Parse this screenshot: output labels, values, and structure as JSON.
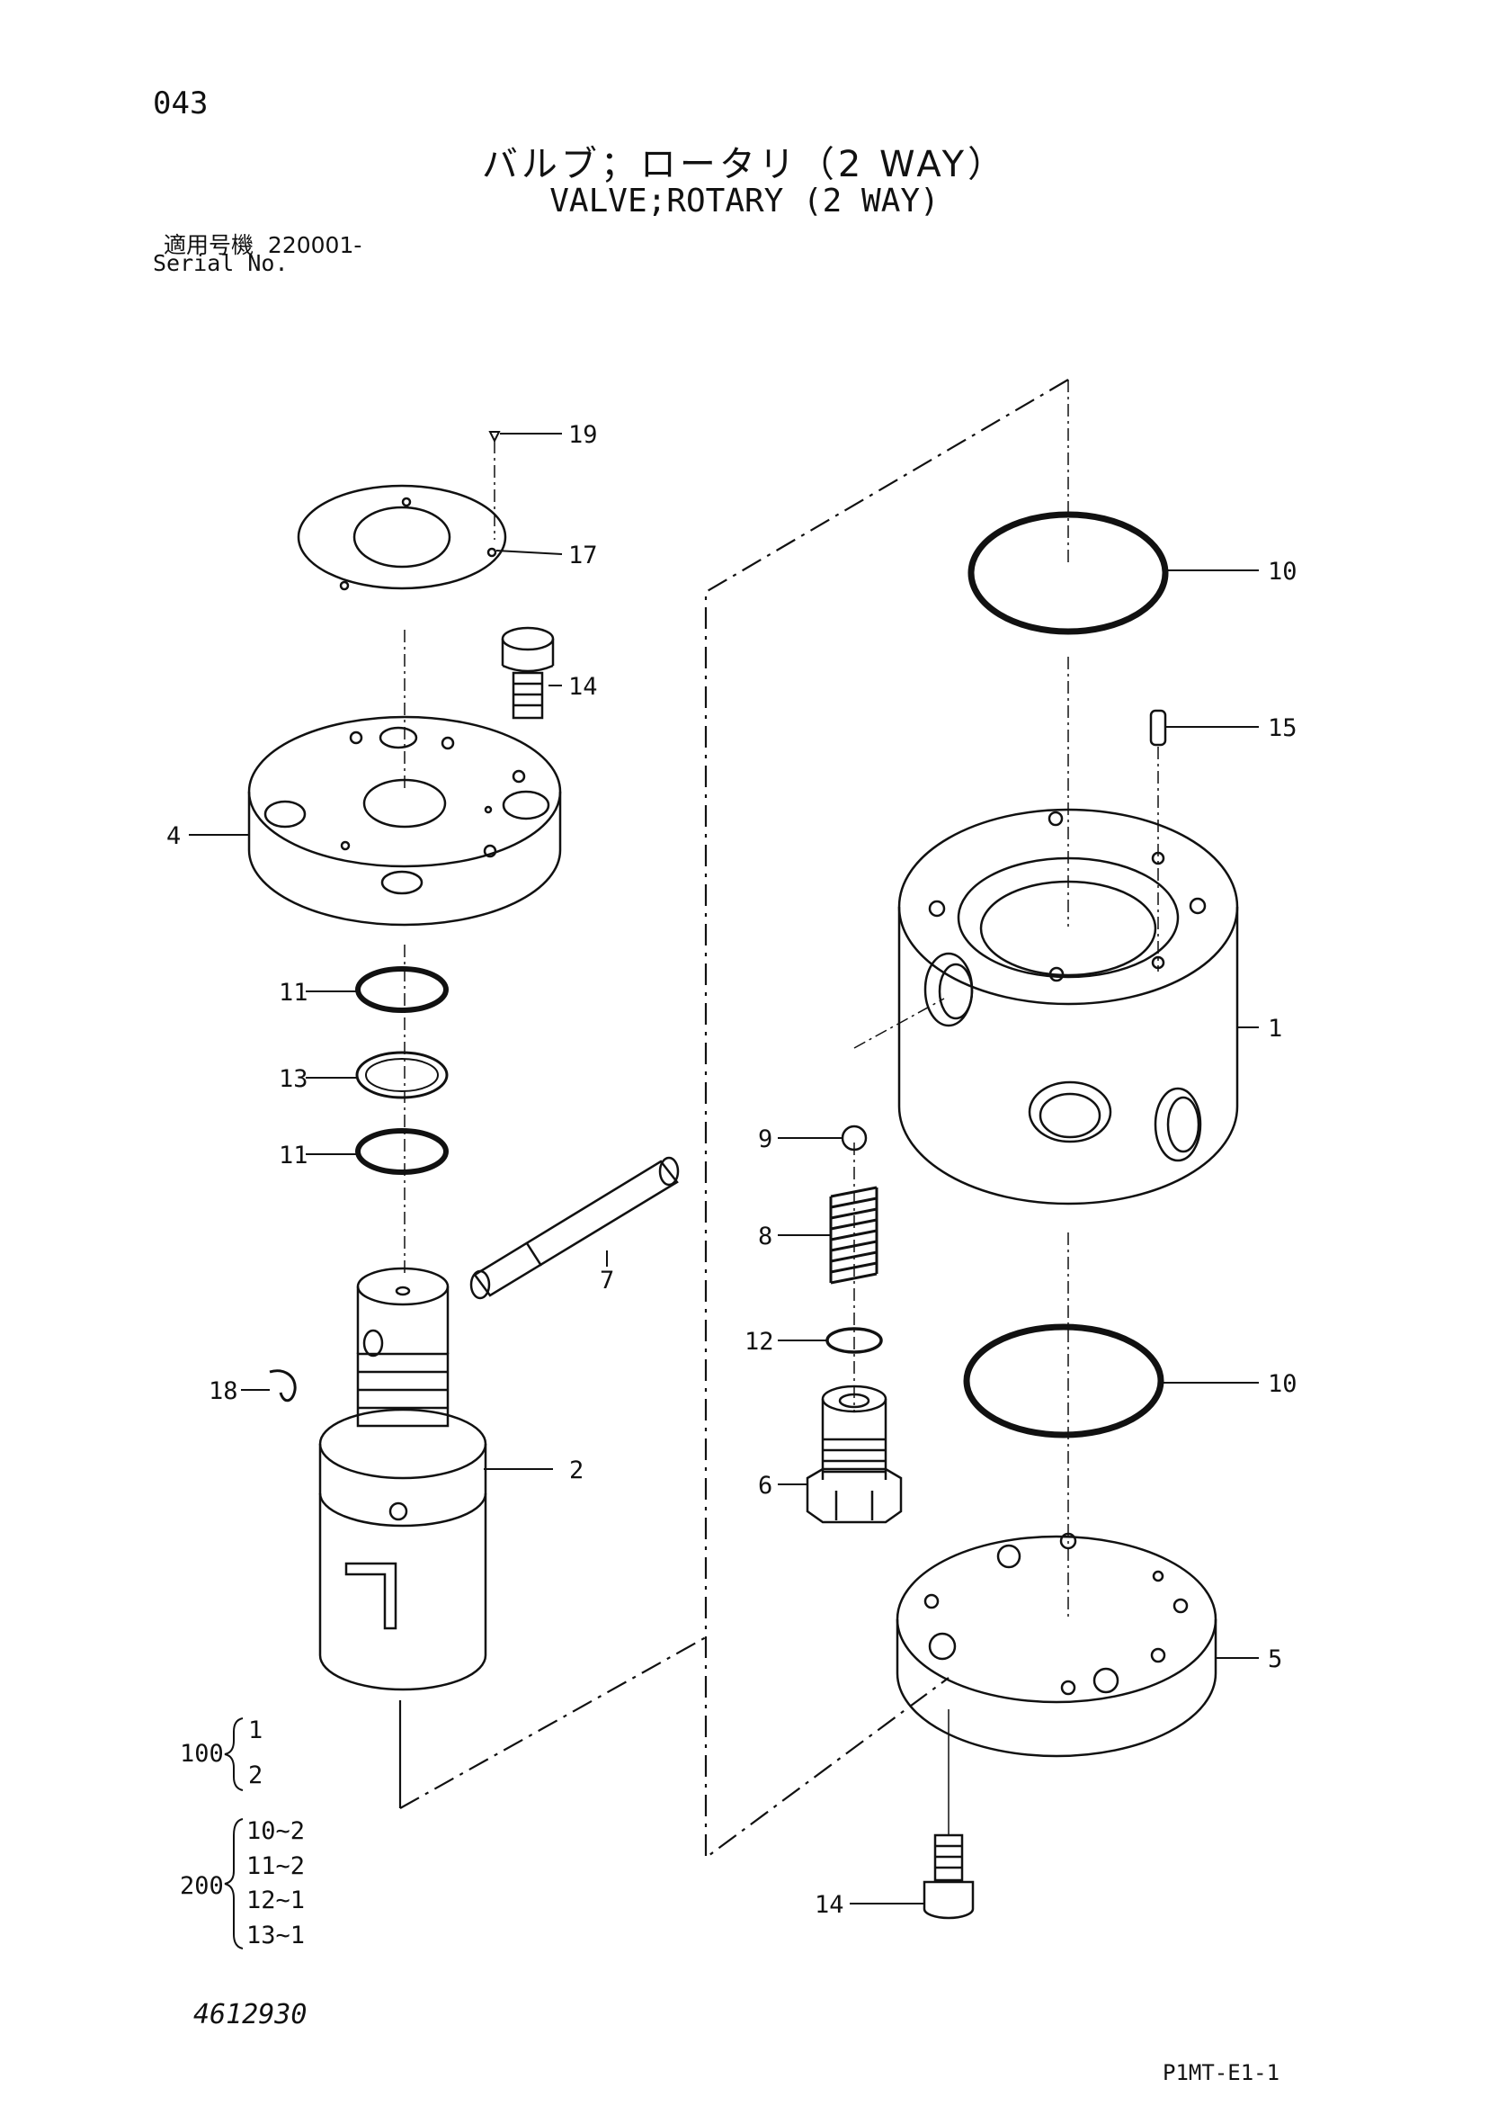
{
  "page_number": "043",
  "title_jp": "バルブ；ロータリ（2 WAY）",
  "title_en": "VALVE;ROTARY (2 WAY)",
  "serial_label_jp": "適用号機",
  "serial_value": "220001-",
  "serial_label_en": "Serial No.",
  "callouts": [
    "19",
    "17",
    "14",
    "4",
    "11",
    "13",
    "11",
    "7",
    "18",
    "2",
    "10",
    "15",
    "1",
    "9",
    "8",
    "12",
    "6",
    "10",
    "5",
    "14"
  ],
  "group_100": {
    "label": "100",
    "items": [
      "1",
      "2"
    ]
  },
  "group_200": {
    "label": "200",
    "items": [
      "10~2",
      "11~2",
      "12~1",
      "13~1"
    ]
  },
  "doc_number": "4612930",
  "sheet_id": "P1MT-E1-1"
}
